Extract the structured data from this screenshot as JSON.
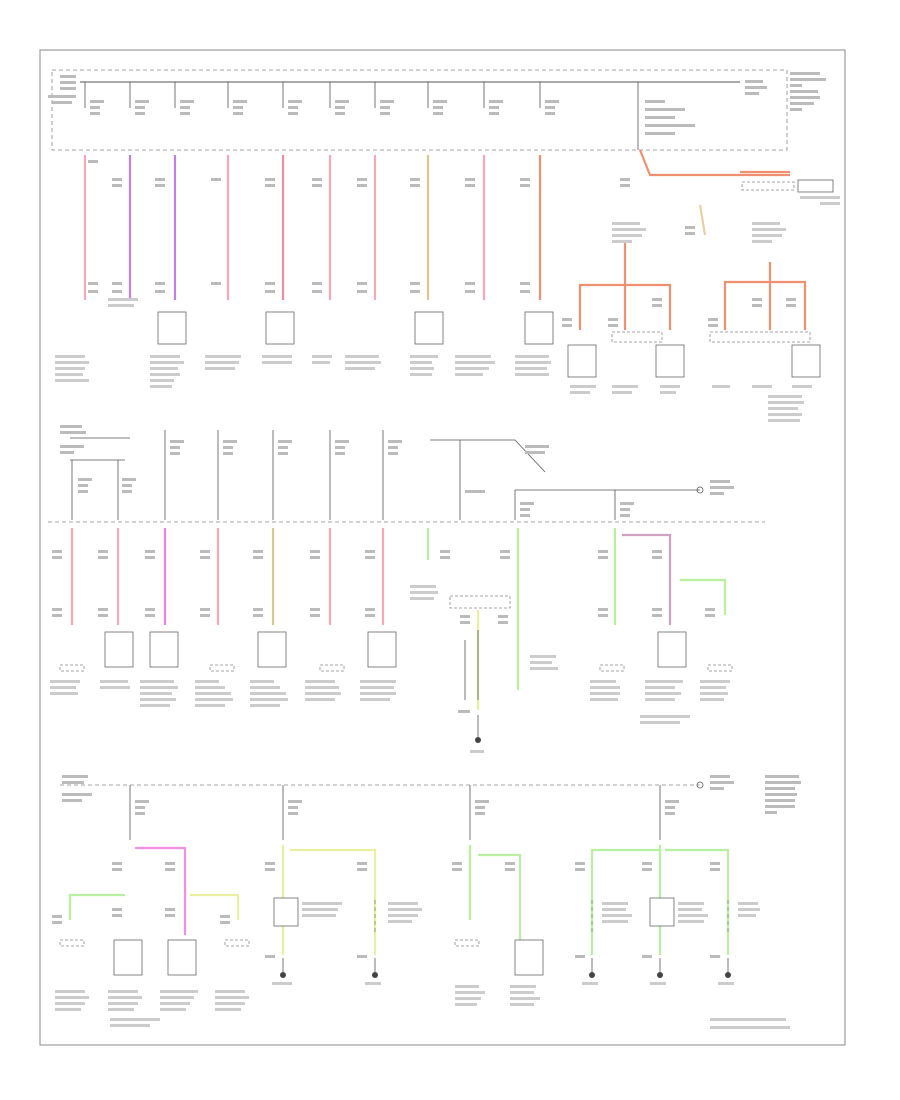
{
  "diagram": {
    "footer_text": "",
    "colors": {
      "pink": "#f7a8b8",
      "violet": "#c080e0",
      "orange_red": "#f09070",
      "tan": "#d8c890",
      "light_green": "#b8f0a0",
      "magenta": "#f080e0",
      "yellow_green": "#e8f0a0",
      "frame": "#888888"
    },
    "sections": [
      "top_fuse_row",
      "middle_fuse_row",
      "bottom_fuse_row"
    ]
  }
}
